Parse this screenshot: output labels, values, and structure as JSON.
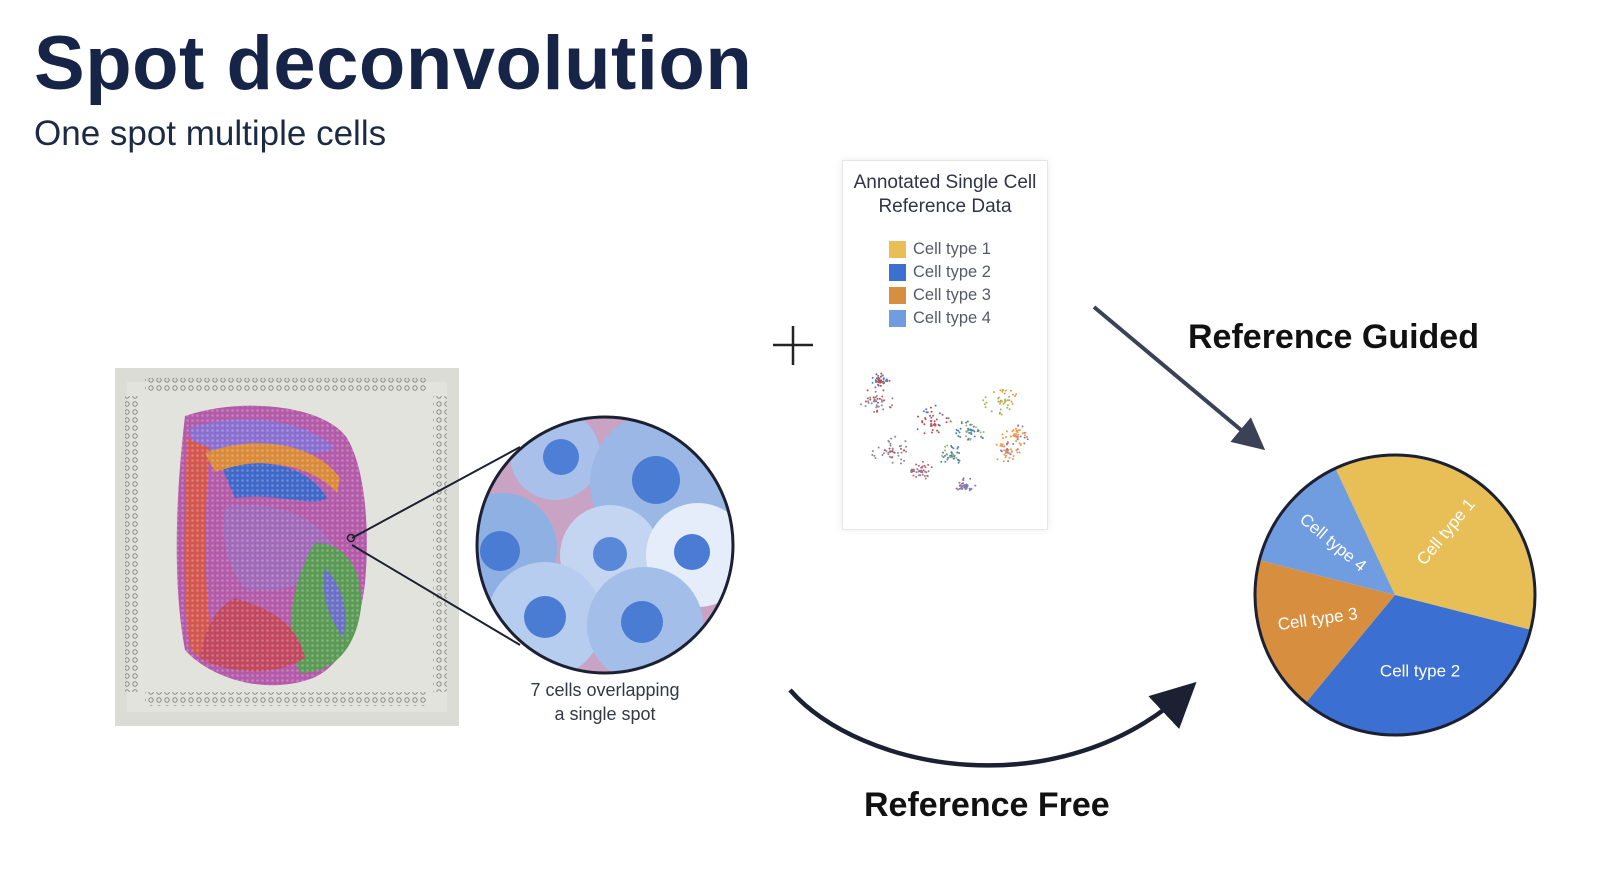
{
  "slide": {
    "title": "Spot deconvolution",
    "subtitle": "One spot multiple cells"
  },
  "spot_zoom": {
    "caption_line1": "7 cells overlapping",
    "caption_line2": "a single spot"
  },
  "plus_symbol": "+",
  "reference_card": {
    "title_line1": "Annotated Single Cell",
    "title_line2": "Reference Data",
    "legend": [
      {
        "label": "Cell type 1",
        "color": "#e8be57"
      },
      {
        "label": "Cell type 2",
        "color": "#3c6fd2"
      },
      {
        "label": "Cell type 3",
        "color": "#d78f3f"
      },
      {
        "label": "Cell type 4",
        "color": "#6f9de0"
      }
    ]
  },
  "methods": {
    "guided_label": "Reference Guided",
    "free_label": "Reference Free"
  },
  "chart_data": {
    "type": "pie",
    "slices": [
      {
        "label": "Cell type 1",
        "value": 36,
        "color": "#e8be57"
      },
      {
        "label": "Cell type 2",
        "value": 32,
        "color": "#3c6fd2"
      },
      {
        "label": "Cell type 3",
        "value": 18,
        "color": "#d78f3f"
      },
      {
        "label": "Cell type 4",
        "value": 14,
        "color": "#6f9de0"
      }
    ]
  }
}
